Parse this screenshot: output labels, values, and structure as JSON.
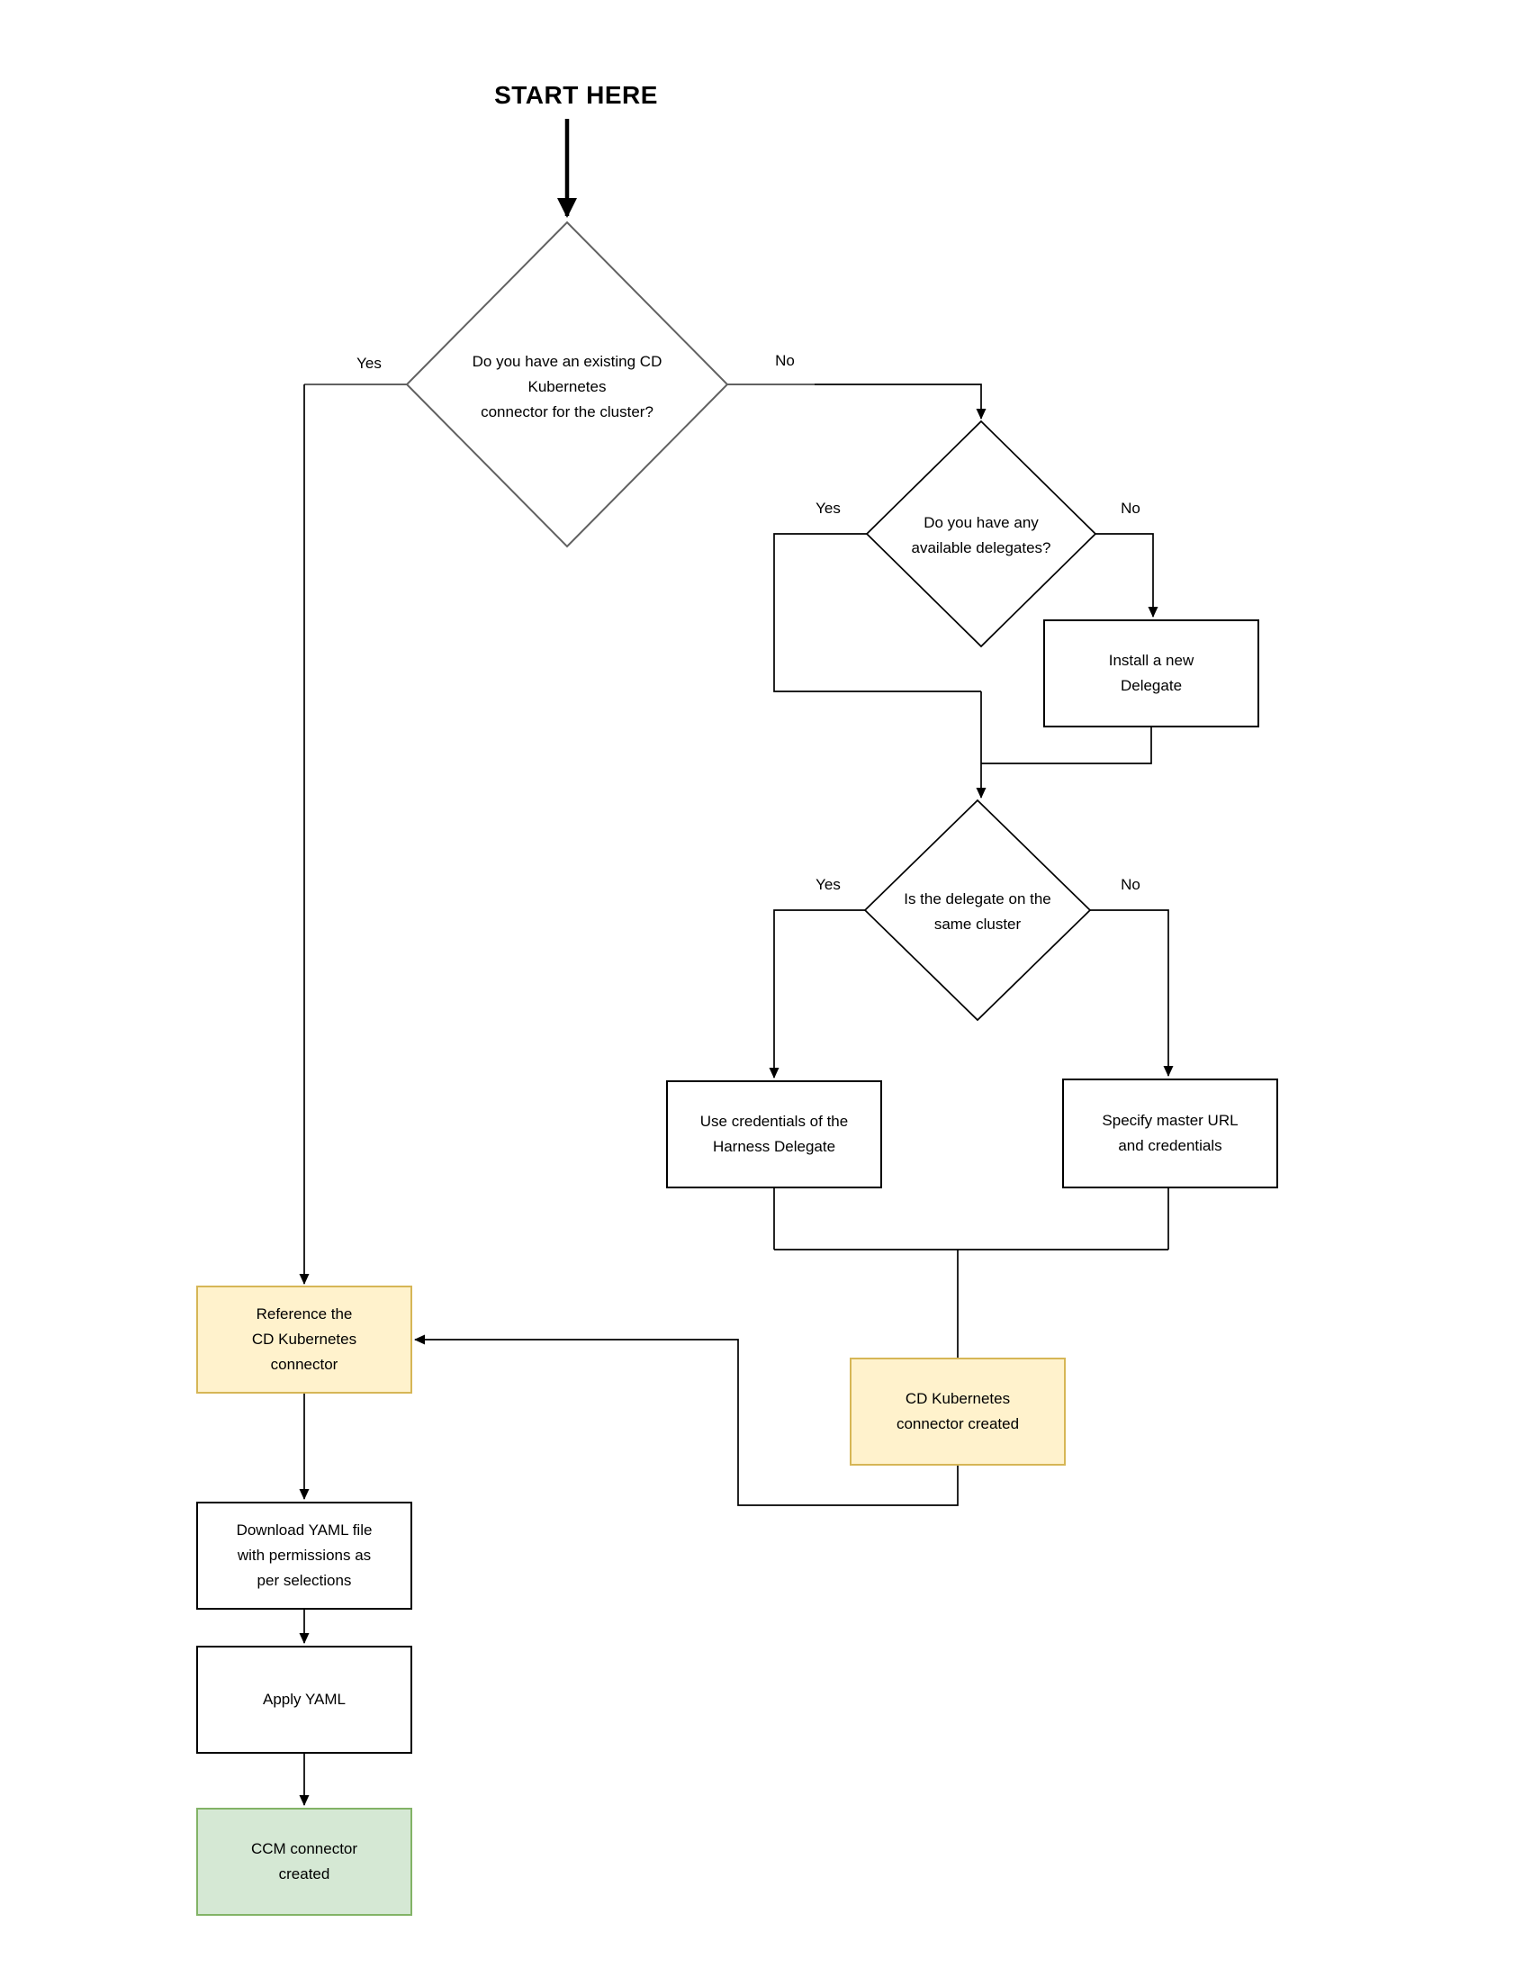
{
  "diagram": {
    "start_label": "START HERE",
    "decisions": {
      "existing_connector": {
        "label": "Do you have an existing CD\nKubernetes\nconnector for the cluster?"
      },
      "available_delegates": {
        "label": "Do you have any\navailable delegates?"
      },
      "delegate_same_cluster": {
        "label": "Is the delegate on the\nsame cluster"
      }
    },
    "processes": {
      "install_delegate": {
        "label": "Install a new\nDelegate"
      },
      "use_credentials": {
        "label": "Use credentials of the\nHarness Delegate"
      },
      "specify_master_url": {
        "label": "Specify master URL\nand credentials"
      },
      "cd_connector_created": {
        "label": "CD Kubernetes\nconnector created"
      },
      "reference_connector": {
        "label": "Reference the\nCD Kubernetes\nconnector"
      },
      "download_yaml": {
        "label": "Download YAML file\nwith permissions as\nper selections"
      },
      "apply_yaml": {
        "label": "Apply YAML"
      },
      "ccm_created": {
        "label": "CCM connector\ncreated"
      }
    },
    "edge_labels": {
      "yes1": "Yes",
      "no1": "No",
      "yes2": "Yes",
      "no2": "No",
      "yes3": "Yes",
      "no3": "No"
    },
    "colors": {
      "highlight_fill": "#fff2cc",
      "highlight_border": "#d6b656",
      "success_fill": "#d5e8d4",
      "success_border": "#82b366",
      "node_border": "#000000",
      "line_color": "#000000",
      "gray_line_color": "#616161",
      "text_color": "#000000"
    }
  }
}
